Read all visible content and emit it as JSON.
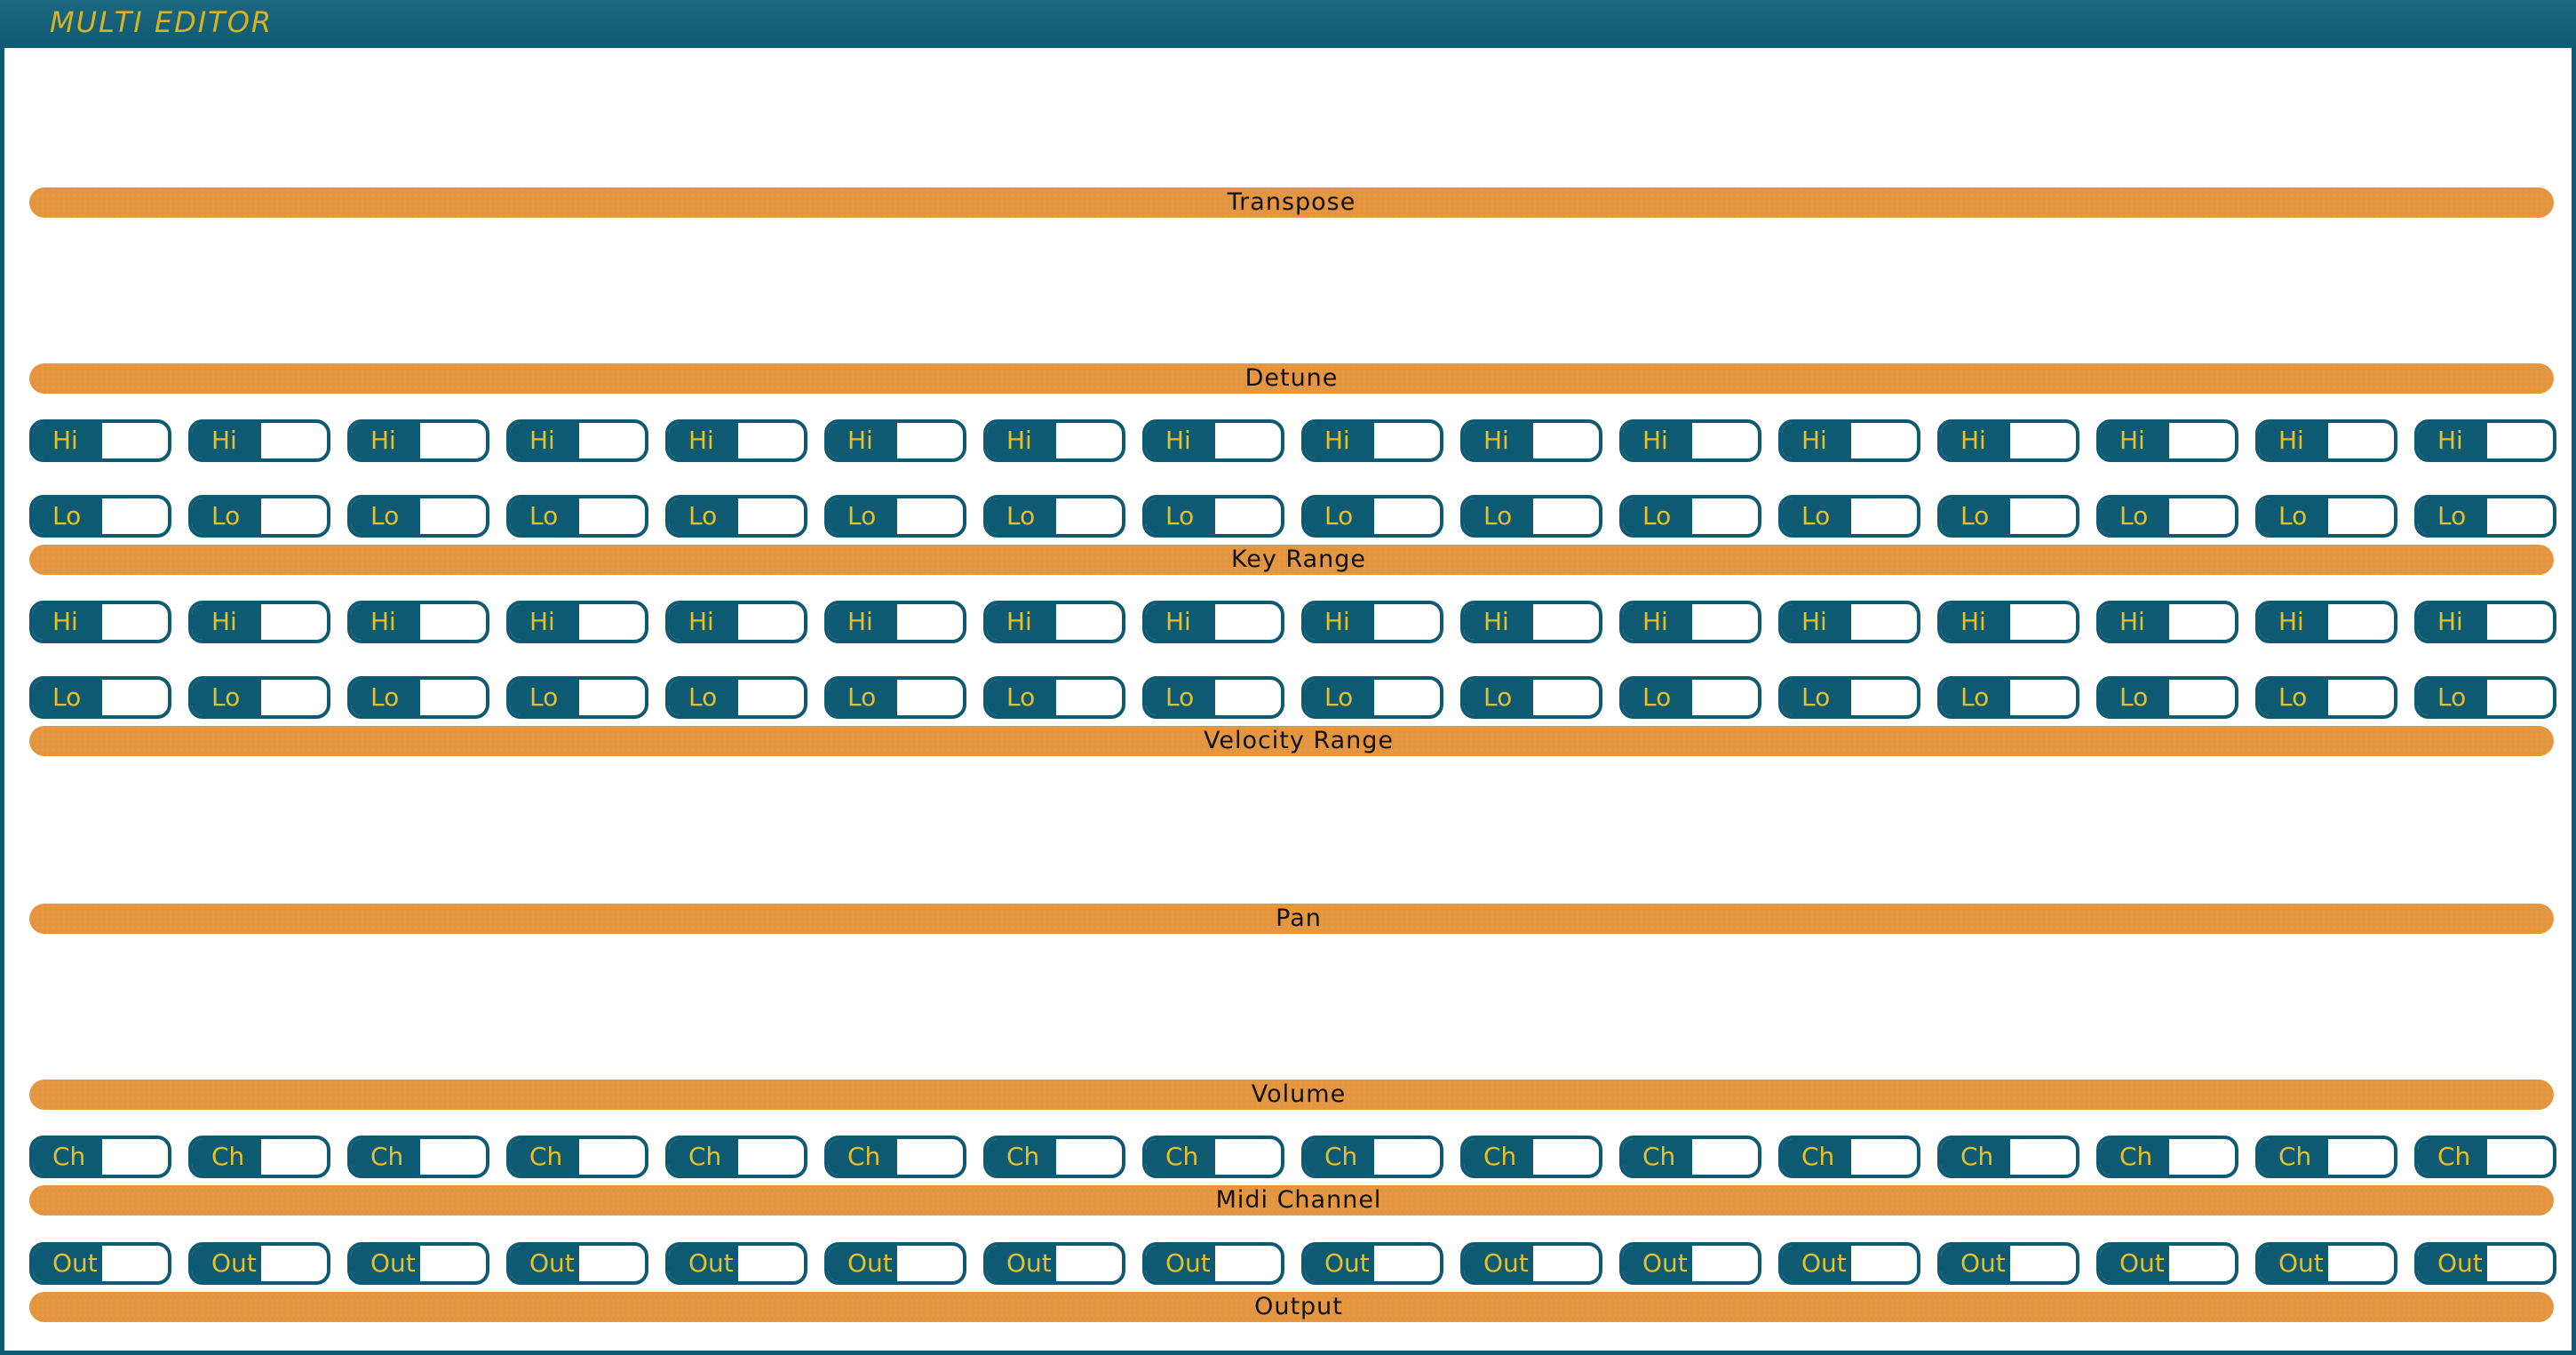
{
  "window": {
    "title": "MULTI EDITOR"
  },
  "colors": {
    "frame": "#0f5a73",
    "title_text": "#d8b320",
    "section_bar": "#e3953f",
    "control_label": "#e6c02a"
  },
  "sections": {
    "transpose": "Transpose",
    "detune": "Detune",
    "key_range": "Key Range",
    "velocity_range": "Velocity Range",
    "pan": "Pan",
    "volume": "Volume",
    "midi_channel": "Midi Channel",
    "output": "Output"
  },
  "controls": {
    "hi": "Hi",
    "lo": "Lo",
    "ch": "Ch",
    "out": "Out"
  },
  "parts_count": 16
}
